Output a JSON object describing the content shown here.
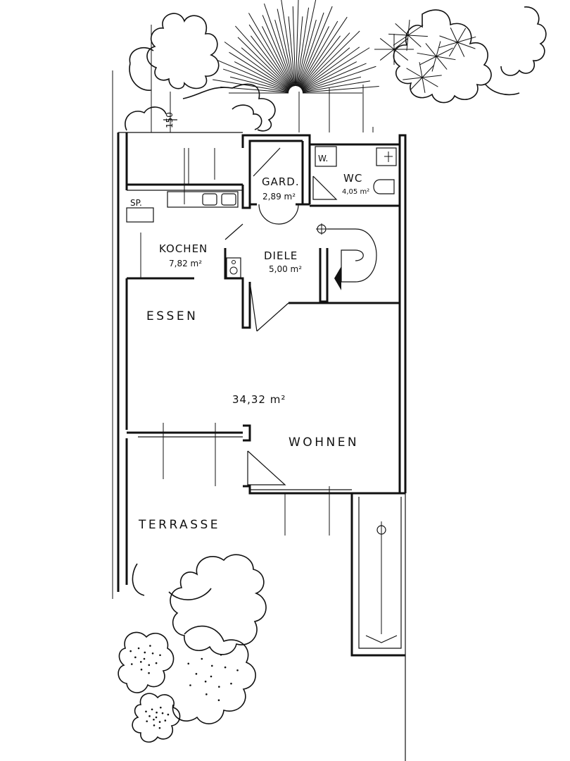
{
  "plan": {
    "rooms": {
      "garderobe": {
        "name": "GARD.",
        "area": "2,89 m²"
      },
      "wc": {
        "name": "WC",
        "area": "4,05 m²"
      },
      "washer": {
        "name": "W."
      },
      "speis": {
        "name": "SP."
      },
      "kochen": {
        "name": "KOCHEN",
        "area": "7,82 m²"
      },
      "diele": {
        "name": "DIELE",
        "area": "5,00 m²"
      },
      "essen": {
        "name": "ESSEN"
      },
      "wohnen": {
        "name": "WOHNEN",
        "area": "34,32 m²"
      },
      "terrasse": {
        "name": "TERRASSE"
      }
    },
    "dimension": "150"
  }
}
